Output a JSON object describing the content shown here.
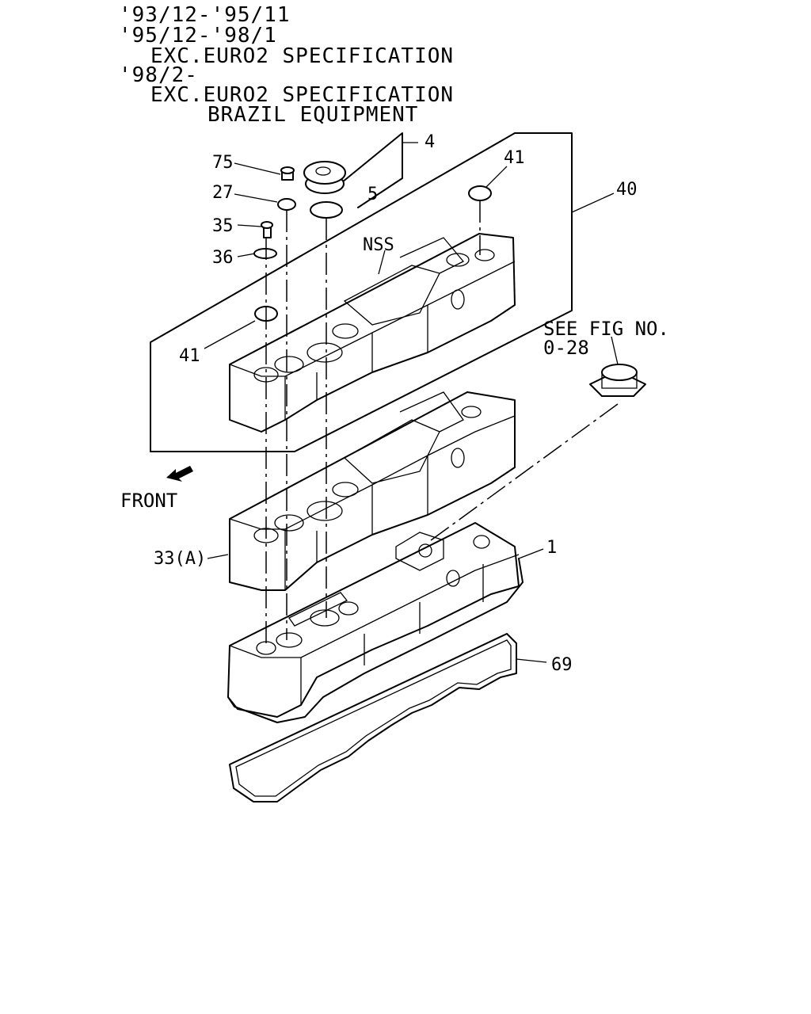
{
  "header": {
    "lines": [
      "'93/12-'95/11",
      "'95/12-'98/1",
      "EXC.EURO2 SPECIFICATION",
      "'98/2-",
      "EXC.EURO2 SPECIFICATION",
      "BRAZIL EQUIPMENT"
    ]
  },
  "labels": {
    "p4": "4",
    "p75": "75",
    "p41_top": "41",
    "p27": "27",
    "p5": "5",
    "p40": "40",
    "p35": "35",
    "nss": "NSS",
    "p36": "36",
    "see_fig_1": "SEE FIG NO.",
    "see_fig_2": "0-28",
    "p41_left": "41",
    "front": "FRONT",
    "p33a": "33(A)",
    "p1": "1",
    "p69": "69"
  }
}
